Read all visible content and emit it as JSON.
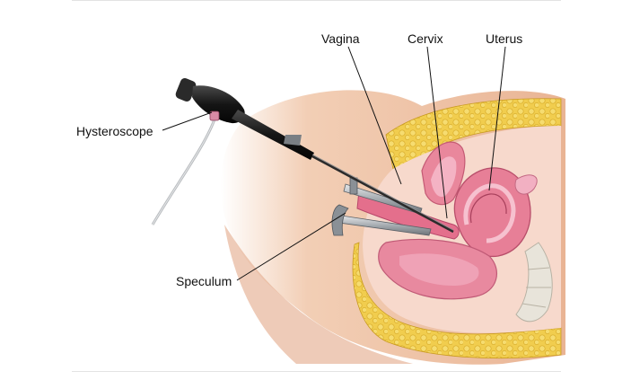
{
  "labels": {
    "vagina": "Vagina",
    "cervix": "Cervix",
    "uterus": "Uterus",
    "hysteroscope": "Hysteroscope",
    "speculum": "Speculum"
  },
  "colors": {
    "skin": "#f1c9ad",
    "fat": "#f1cd4e",
    "muscle_pink": "#e8889e",
    "mucosa": "#f2aec2",
    "scope_black": "#1c1c1c",
    "metal": "#9aa0a6"
  }
}
